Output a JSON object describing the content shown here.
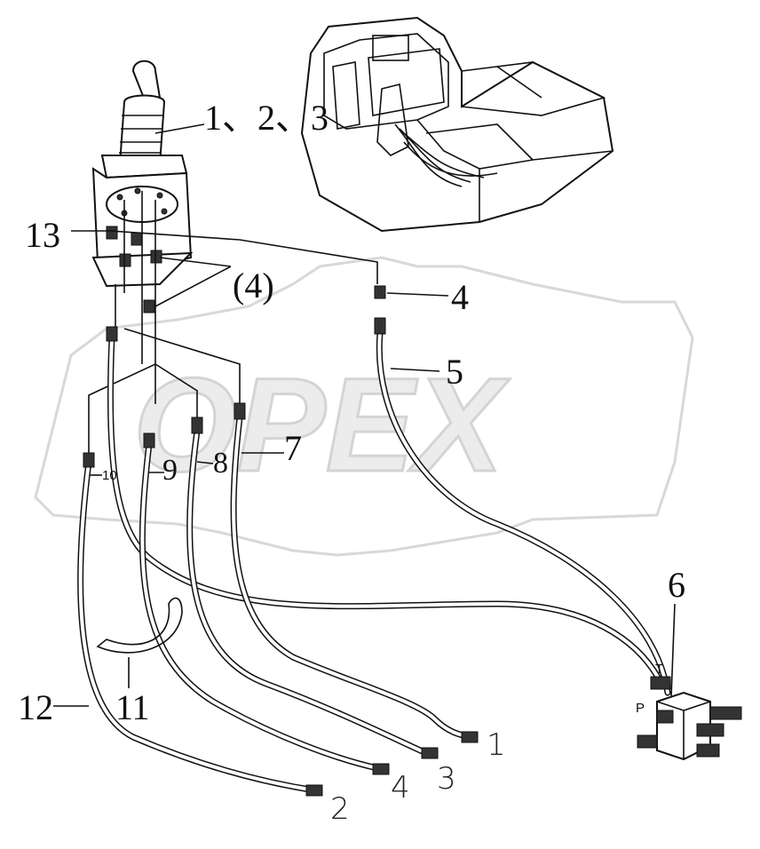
{
  "watermark": {
    "text": "OPEX"
  },
  "callouts": {
    "joystick": "1、2、3",
    "c13": "13",
    "c4_group": "(4)",
    "c4": "4",
    "c5": "5",
    "c6": "6",
    "c7": "7",
    "c8": "8",
    "c9": "9",
    "c10": "10",
    "c11": "11",
    "c12": "12"
  },
  "hose_end_labels": {
    "e1": "1",
    "e2": "2",
    "e3": "3",
    "e4": "4"
  },
  "valve_ports": {
    "t": "T",
    "p": "P"
  }
}
